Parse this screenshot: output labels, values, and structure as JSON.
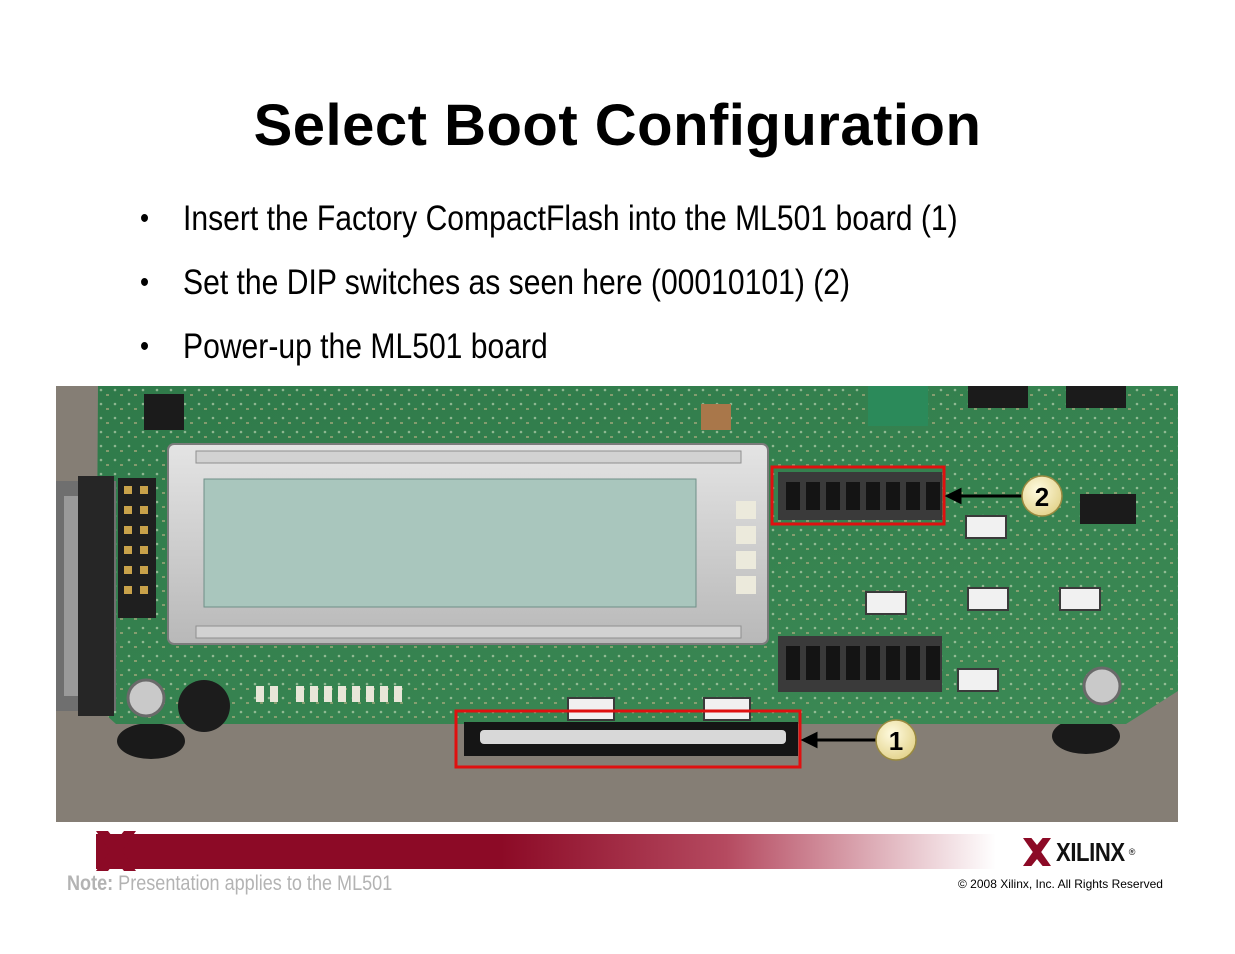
{
  "slide": {
    "title": "Select Boot Configuration",
    "bullets": [
      "Insert the Factory CompactFlash into the ML501 board (1)",
      "Set the DIP switches as seen here (00010101) (2)",
      "Power-up the ML501 board"
    ],
    "bullet_glyph": "•"
  },
  "photo": {
    "callouts": [
      {
        "label": "1",
        "target": "compactflash-slot"
      },
      {
        "label": "2",
        "target": "dip-switches"
      }
    ],
    "highlight_color": "#e01010",
    "callout_color": "#f3e9b0"
  },
  "footer": {
    "note_label": "Note:",
    "note_text": " Presentation applies to the ML501",
    "logo_text": "XILINX",
    "logo_mark": "®",
    "copyright": "© 2008 Xilinx, Inc. All Rights Reserved",
    "bar_color": "#8c0a26"
  }
}
